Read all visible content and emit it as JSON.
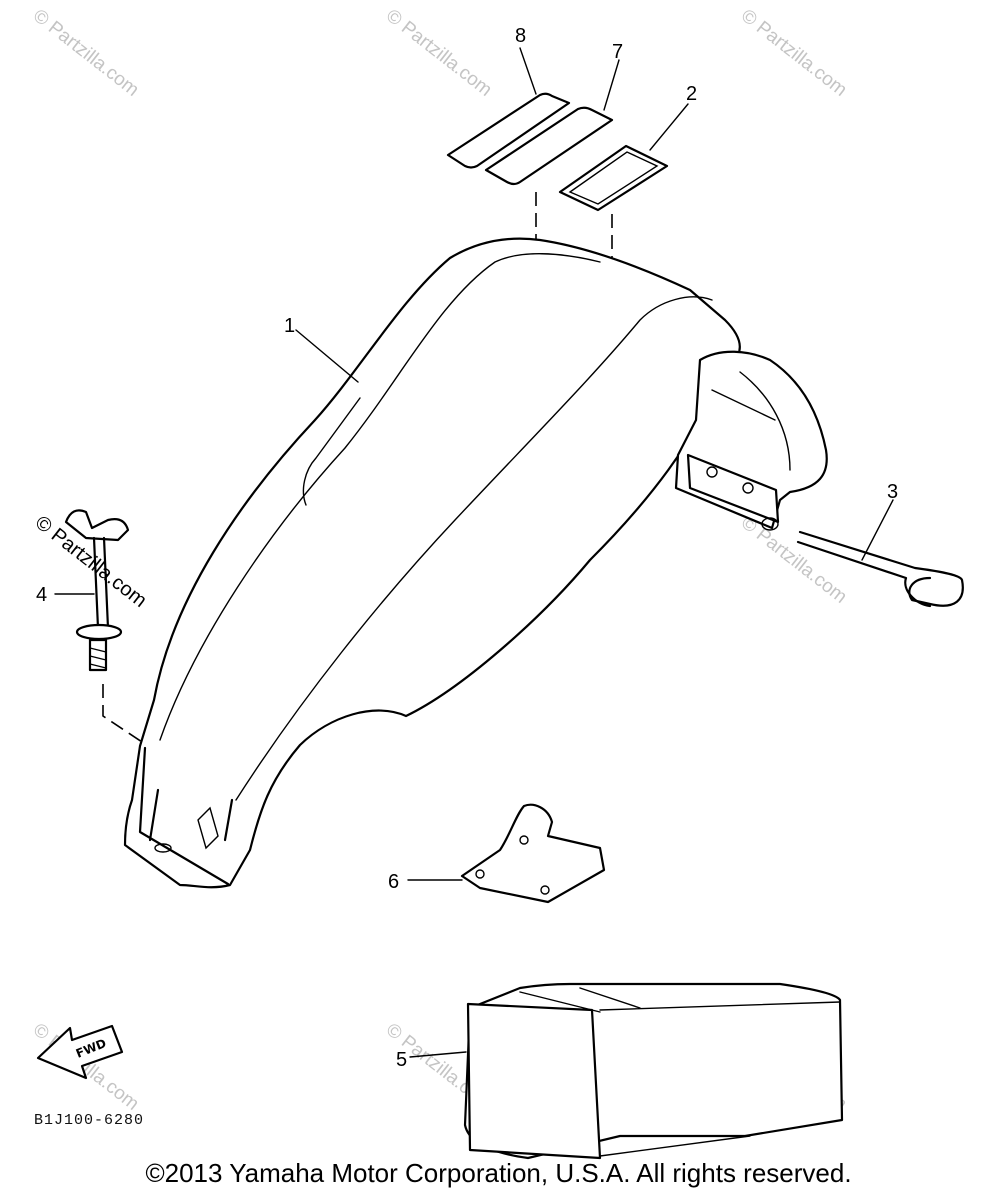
{
  "diagram": {
    "code": "B1J100-6280",
    "fwd_label": "FWD",
    "callouts": [
      {
        "id": "1",
        "label": "1"
      },
      {
        "id": "2",
        "label": "2"
      },
      {
        "id": "3",
        "label": "3"
      },
      {
        "id": "4",
        "label": "4"
      },
      {
        "id": "5",
        "label": "5"
      },
      {
        "id": "6",
        "label": "6"
      },
      {
        "id": "7",
        "label": "7"
      },
      {
        "id": "8",
        "label": "8"
      }
    ]
  },
  "watermark": {
    "text": "© Partzilla.com",
    "color": "#c4c4c4"
  },
  "footer": {
    "copyright": "©2013 Yamaha Motor Corporation, U.S.A. All rights reserved."
  }
}
